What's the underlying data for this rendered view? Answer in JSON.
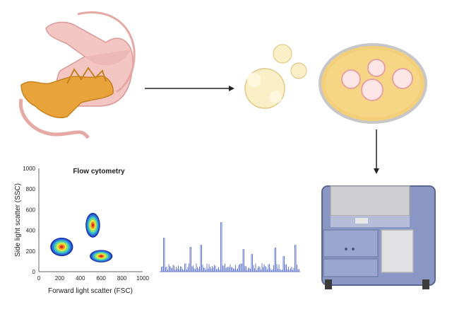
{
  "plot": {
    "title": "Flow cytometry",
    "xlabel": "Forward light scatter (FSC)",
    "ylabel": "Side light scatter (SSC)",
    "xticks": [
      "0",
      "200",
      "400",
      "600",
      "800",
      "1000"
    ],
    "yticks": [
      "0",
      "200",
      "400",
      "600",
      "800",
      "1000"
    ]
  },
  "icons": {
    "pancreas": "pancreas-stomach-icon",
    "cells": "cell-cluster-icon",
    "dish": "petri-dish-icon",
    "machine": "flow-cytometer-icon"
  },
  "colors": {
    "pancreas": "#e8a33a",
    "stomach": "#f3c6c4",
    "dish": "#f4cf7a",
    "machine": "#8a96c4",
    "histogram": "#6b7fd1"
  },
  "chart_data": {
    "type": "scatter",
    "title": "Flow cytometry",
    "xlabel": "Forward light scatter (FSC)",
    "ylabel": "Side light scatter (SSC)",
    "xlim": [
      0,
      1000
    ],
    "ylim": [
      0,
      1000
    ],
    "clusters": [
      {
        "center": [
          220,
          240
        ],
        "spread": [
          110,
          90
        ]
      },
      {
        "center": [
          520,
          450
        ],
        "spread": [
          70,
          120
        ]
      },
      {
        "center": [
          600,
          150
        ],
        "spread": [
          110,
          60
        ]
      }
    ]
  }
}
